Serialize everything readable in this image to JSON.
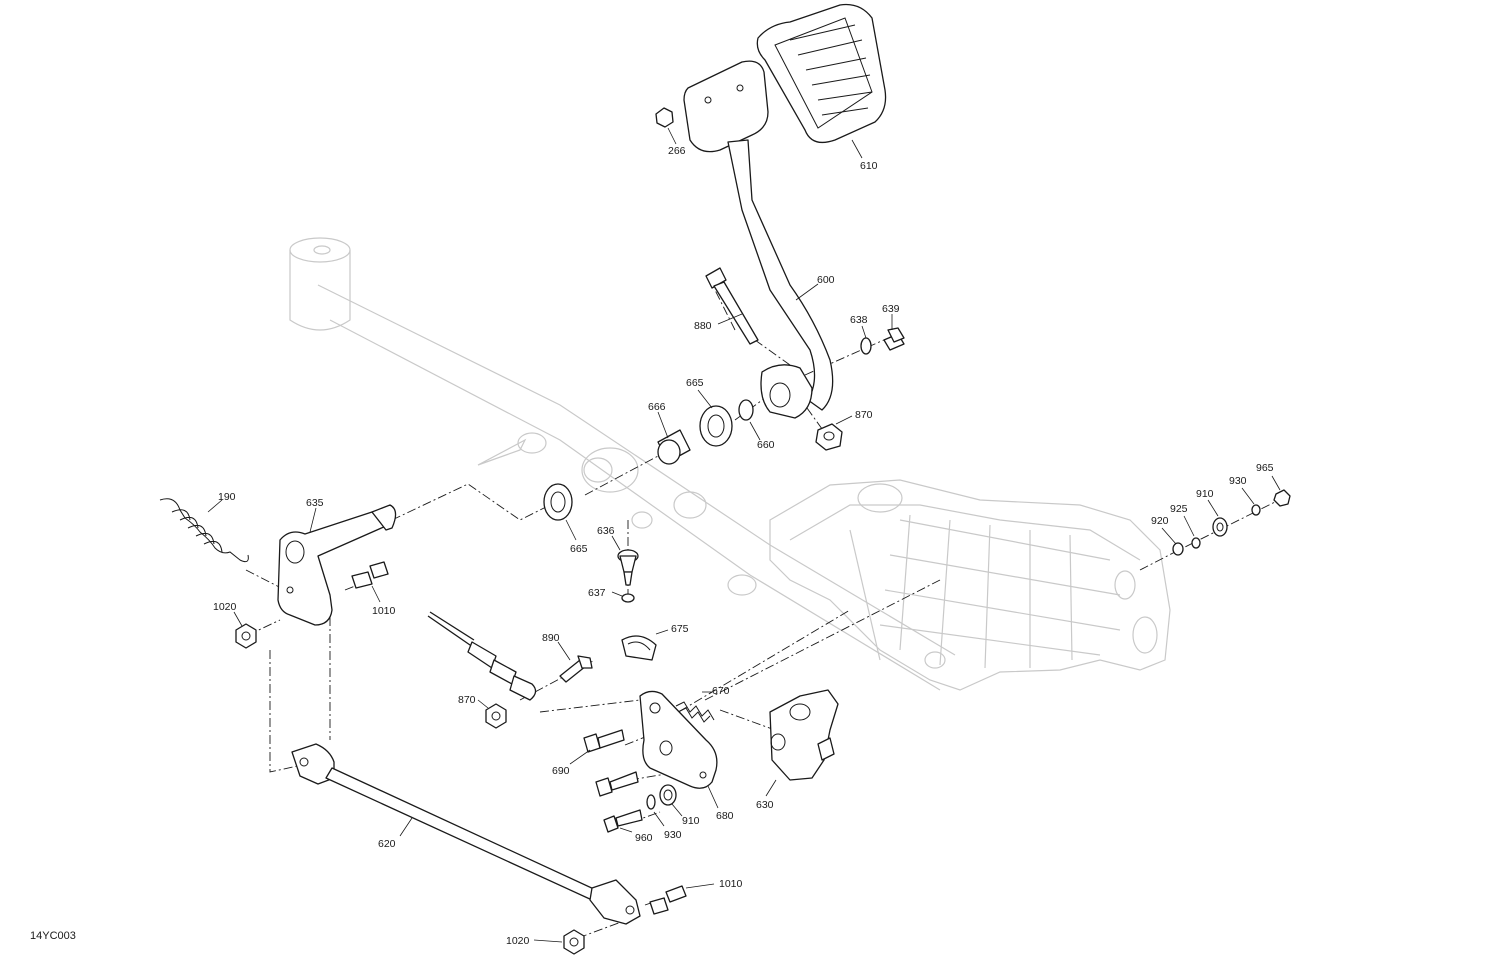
{
  "drawing_code": "14YC003",
  "callouts": {
    "c266": "266",
    "c610": "610",
    "c600": "600",
    "c880": "880",
    "c638": "638",
    "c639": "639",
    "c665_top": "665",
    "c666": "666",
    "c660": "660",
    "c870_top": "870",
    "c190": "190",
    "c635": "635",
    "c665_mid": "665",
    "c636": "636",
    "c637": "637",
    "c1010_left": "1010",
    "c1020_left": "1020",
    "c890": "890",
    "c675": "675",
    "c870_mid": "870",
    "c670": "670",
    "c690": "690",
    "c680": "680",
    "c630": "630",
    "c910_low": "910",
    "c930_low": "930",
    "c960": "960",
    "c620": "620",
    "c1010_bottom": "1010",
    "c1020_bottom": "1020",
    "c965": "965",
    "c930_right": "930",
    "c910_right": "910",
    "c925": "925",
    "c920": "920"
  }
}
